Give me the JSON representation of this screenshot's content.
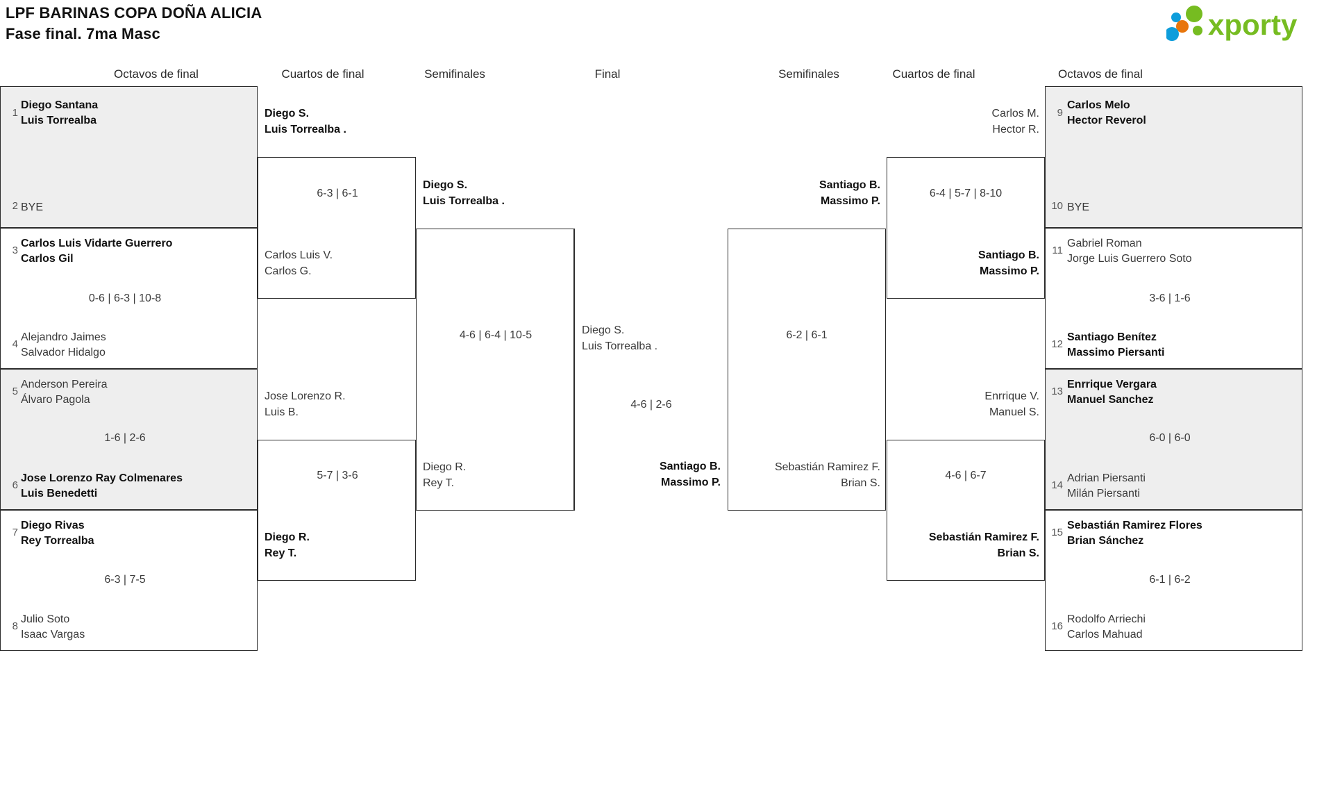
{
  "header": {
    "title_line1": "LPF BARINAS COPA DOÑA ALICIA",
    "title_line2": "Fase final. 7ma Masc",
    "logo_text": "xporty"
  },
  "round_headers": {
    "left_r16": "Octavos de final",
    "left_qf": "Cuartos de final",
    "left_sf": "Semifinales",
    "final": "Final",
    "right_sf": "Semifinales",
    "right_qf": "Cuartos de final",
    "right_r16": "Octavos de final"
  },
  "bracket_data": {
    "type": "tournament-bracket",
    "left_round_of_16": [
      {
        "seed": "1",
        "p1": "Diego Santana",
        "p2": "Luis Torrealba",
        "winner": true,
        "shaded": true
      },
      {
        "seed": "2",
        "p1": "BYE",
        "p2": "",
        "winner": false,
        "shaded": true
      },
      {
        "seed": "3",
        "p1": "Carlos Luis Vidarte Guerrero",
        "p2": "Carlos Gil",
        "winner": true,
        "shaded": false
      },
      {
        "seed": "4",
        "p1": "Alejandro Jaimes",
        "p2": "Salvador Hidalgo",
        "winner": false,
        "shaded": false
      },
      {
        "seed": "5",
        "p1": "Anderson Pereira",
        "p2": "Álvaro Pagola",
        "winner": false,
        "shaded": true
      },
      {
        "seed": "6",
        "p1": "Jose Lorenzo Ray Colmenares",
        "p2": "Luis Benedetti",
        "winner": true,
        "shaded": true
      },
      {
        "seed": "7",
        "p1": "Diego Rivas",
        "p2": "Rey Torrealba",
        "winner": true,
        "shaded": false
      },
      {
        "seed": "8",
        "p1": "Julio Soto",
        "p2": "Isaac Vargas",
        "winner": false,
        "shaded": false
      }
    ],
    "left_round_of_16_scores": [
      "",
      "0-6 | 6-3 | 10-8",
      "1-6 | 2-6",
      "6-3 | 7-5"
    ],
    "left_quarterfinals": [
      {
        "p1": "Diego S.",
        "p2": "Luis Torrealba .",
        "winner": true
      },
      {
        "p1": "Carlos Luis V.",
        "p2": "Carlos G.",
        "winner": false
      },
      {
        "p1": "Jose Lorenzo R.",
        "p2": "Luis B.",
        "winner": false
      },
      {
        "p1": "Diego R.",
        "p2": "Rey T.",
        "winner": true
      }
    ],
    "left_quarterfinals_scores": [
      "6-3 | 6-1",
      "5-7 | 3-6"
    ],
    "left_semifinals": [
      {
        "p1": "Diego S.",
        "p2": "Luis Torrealba .",
        "winner": true
      },
      {
        "p1": "Diego R.",
        "p2": "Rey T.",
        "winner": false
      }
    ],
    "left_semifinals_scores": [
      "4-6 | 6-4 | 10-5"
    ],
    "final": [
      {
        "p1": "Diego S.",
        "p2": "Luis Torrealba .",
        "winner": false
      },
      {
        "p1": "Santiago B.",
        "p2": "Massimo P.",
        "winner": true
      }
    ],
    "final_score": "4-6 | 2-6",
    "right_semifinals": [
      {
        "p1": "Santiago B.",
        "p2": "Massimo P.",
        "winner": true
      },
      {
        "p1": "Sebastián Ramirez F.",
        "p2": "Brian S.",
        "winner": false
      }
    ],
    "right_semifinals_scores": [
      "6-2 | 6-1"
    ],
    "right_quarterfinals": [
      {
        "p1": "Carlos M.",
        "p2": "Hector R.",
        "winner": false
      },
      {
        "p1": "Santiago B.",
        "p2": "Massimo P.",
        "winner": true
      },
      {
        "p1": "Enrrique V.",
        "p2": "Manuel S.",
        "winner": false
      },
      {
        "p1": "Sebastián Ramirez F.",
        "p2": "Brian S.",
        "winner": true
      }
    ],
    "right_quarterfinals_scores": [
      "6-4 | 5-7 | 8-10",
      "4-6 | 6-7"
    ],
    "right_round_of_16": [
      {
        "seed": "9",
        "p1": "Carlos Melo",
        "p2": "Hector Reverol",
        "winner": true,
        "shaded": true
      },
      {
        "seed": "10",
        "p1": "BYE",
        "p2": "",
        "winner": false,
        "shaded": true
      },
      {
        "seed": "11",
        "p1": "Gabriel Roman",
        "p2": "Jorge Luis Guerrero Soto",
        "winner": false,
        "shaded": false
      },
      {
        "seed": "12",
        "p1": "Santiago Benítez",
        "p2": "Massimo Piersanti",
        "winner": true,
        "shaded": false
      },
      {
        "seed": "13",
        "p1": "Enrrique Vergara",
        "p2": "Manuel Sanchez",
        "winner": true,
        "shaded": true
      },
      {
        "seed": "14",
        "p1": "Adrian Piersanti",
        "p2": "Milán Piersanti",
        "winner": false,
        "shaded": true
      },
      {
        "seed": "15",
        "p1": "Sebastián Ramirez Flores",
        "p2": "Brian Sánchez",
        "winner": true,
        "shaded": false
      },
      {
        "seed": "16",
        "p1": "Rodolfo Arriechi",
        "p2": "Carlos Mahuad",
        "winner": false,
        "shaded": false
      }
    ],
    "right_round_of_16_scores": [
      "",
      "3-6 | 1-6",
      "6-0 | 6-0",
      "6-1 | 6-2"
    ]
  },
  "colors": {
    "shaded": "#eeeeee",
    "border": "#2b2b2b",
    "logo_green": "#76bc21",
    "logo_blue": "#0d9ddb",
    "logo_orange": "#e8760c"
  }
}
